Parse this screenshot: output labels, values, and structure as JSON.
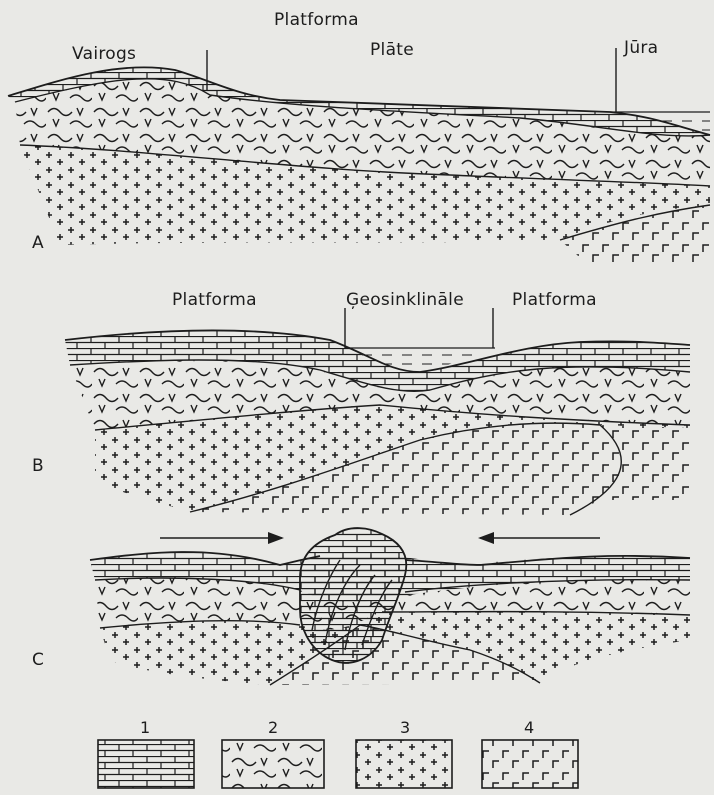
{
  "panel_a": {
    "letter": "A",
    "labels": {
      "shield": "Vairogs",
      "platform": "Platforma",
      "plate": "Plāte",
      "sea": "Jūra"
    }
  },
  "panel_b": {
    "letter": "B",
    "labels": {
      "platform_left": "Platforma",
      "geosyncline": "Ģeosinklināle",
      "platform_right": "Platforma"
    }
  },
  "panel_c": {
    "letter": "C"
  },
  "legend": {
    "items": [
      {
        "number": "1",
        "pattern": "limestone-bricks"
      },
      {
        "number": "2",
        "pattern": "metamorphic-v"
      },
      {
        "number": "3",
        "pattern": "granite-crosses"
      },
      {
        "number": "4",
        "pattern": "basalt-g"
      }
    ]
  },
  "colors": {
    "ink": "#1d1d1d",
    "paper": "#e9e9e6"
  }
}
